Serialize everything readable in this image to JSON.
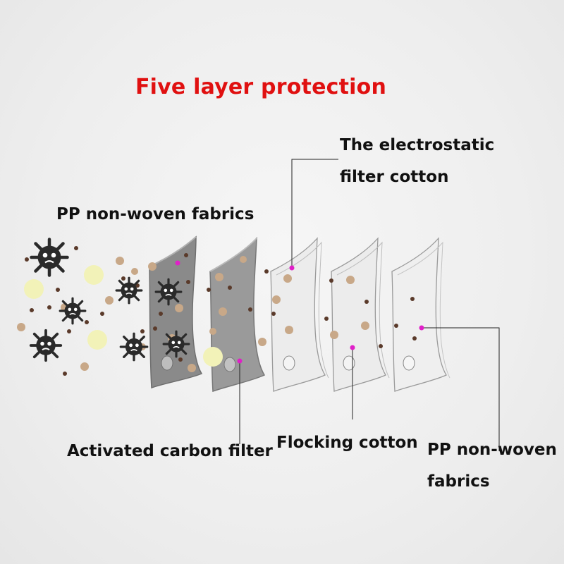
{
  "title": "Five layer protection",
  "labels": {
    "electrostatic": [
      "The electrostatic",
      "filter cotton"
    ],
    "pp_outer": "PP non-woven fabrics",
    "carbon": "Activated carbon filter",
    "flocking": "Flocking cotton",
    "pp_inner": [
      "PP non-woven",
      "fabrics"
    ]
  },
  "colors": {
    "title": "#e01010",
    "label_text": "#111111",
    "leader_line": "#222222",
    "marker_dot": "#e020c8",
    "layer_dark": "#8a8a8a",
    "layer_carbon": "#9a9a9a",
    "layer_light": "#e8e8e8",
    "particle_brown": "#5a3a2a",
    "particle_tan": "#c8a888",
    "particle_yellow": "#f2f2b8",
    "germ": "#2a2a2a"
  },
  "icons": [
    "germ-icon",
    "pollen-particle-icon",
    "dust-particle-icon",
    "valve-icon"
  ]
}
